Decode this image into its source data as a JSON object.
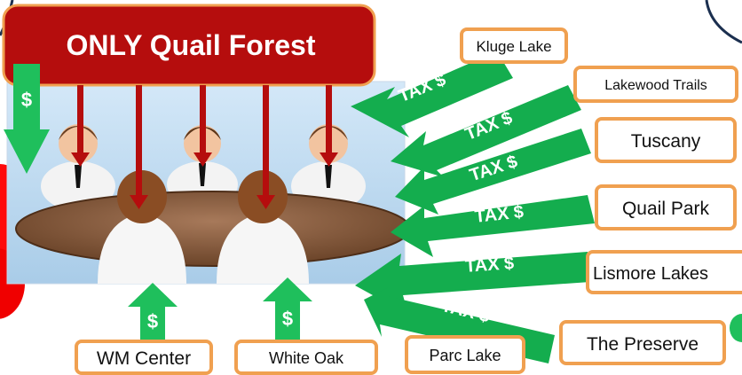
{
  "banner": {
    "title": "ONLY Quail Forest"
  },
  "tax_label": "TAX $",
  "dollar_label": "$",
  "communities_right": [
    {
      "id": "kluge-lake",
      "label": "Kluge Lake"
    },
    {
      "id": "lakewood-trails",
      "label": "Lakewood Trails"
    },
    {
      "id": "tuscany",
      "label": "Tuscany"
    },
    {
      "id": "quail-park",
      "label": "Quail Park"
    },
    {
      "id": "lismore-lakes",
      "label": "Lismore Lakes"
    },
    {
      "id": "the-preserve",
      "label": "The Preserve"
    },
    {
      "id": "parc-lake",
      "label": "Parc Lake"
    }
  ],
  "communities_bottom": [
    {
      "id": "wm-center",
      "label": "WM Center"
    },
    {
      "id": "white-oak",
      "label": "White Oak"
    }
  ],
  "colors": {
    "banner_fill": "#b50d0d",
    "box_border": "#f0a050",
    "tax_arrow": "#14ad4e",
    "money_arrow": "#1fbf5c",
    "down_arrow": "#b50d0d",
    "table_top": "#7a5236"
  }
}
